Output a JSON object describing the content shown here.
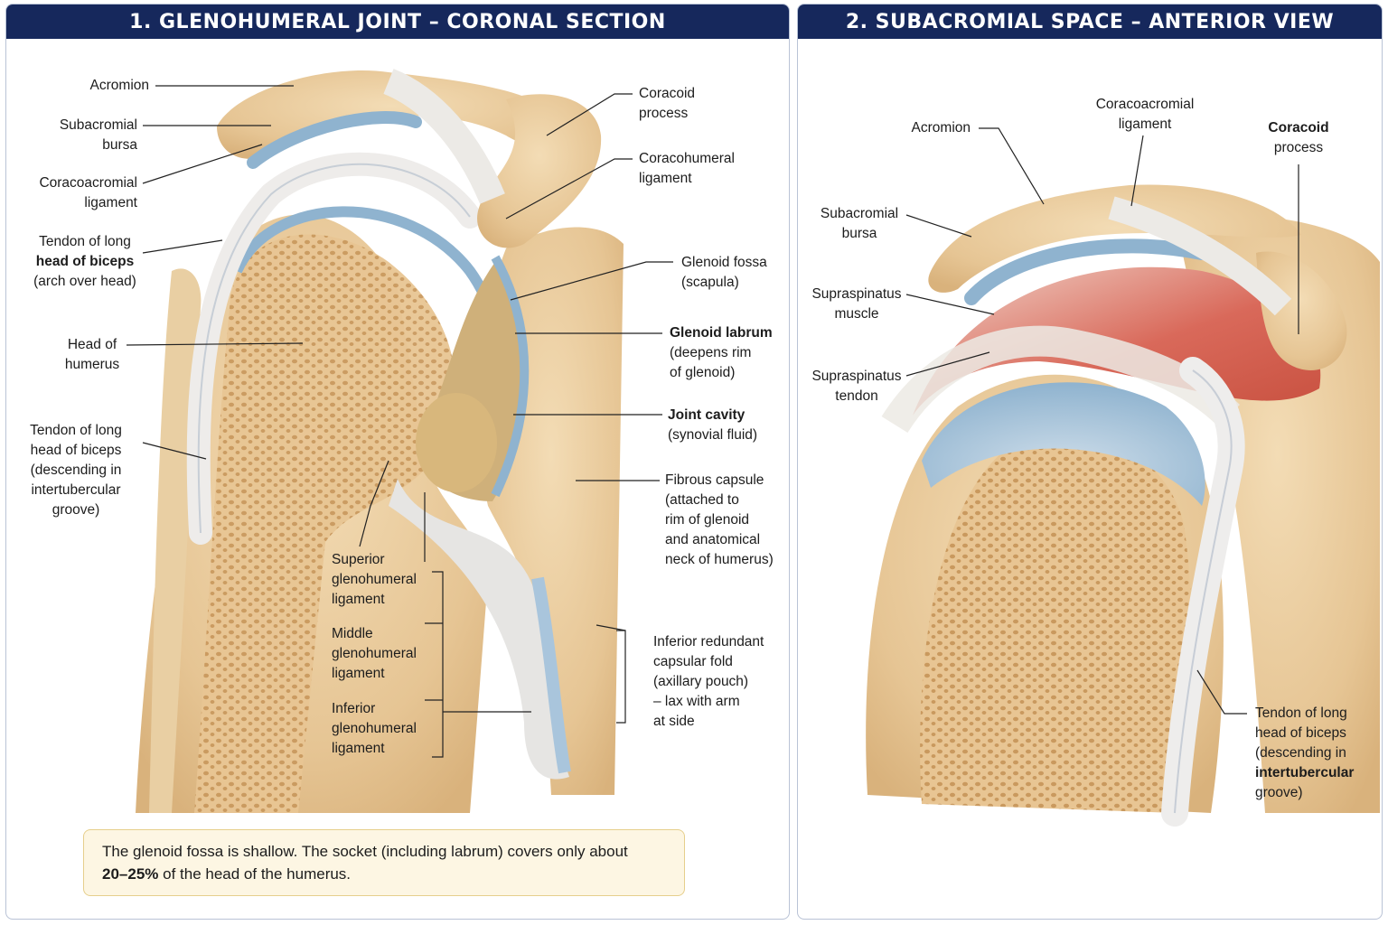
{
  "panels": [
    {
      "title": "1. GLENOHUMERAL JOINT – CORONAL SECTION"
    },
    {
      "title": "2. SUBACROMIAL SPACE – ANTERIOR VIEW"
    }
  ],
  "left_labels": {
    "acromion": "Acromion",
    "subacromial_bursa": [
      "Subacromial",
      "bursa"
    ],
    "coracoacromial_ligament": [
      "Coracoacromial",
      "ligament"
    ],
    "tendon_biceps_arch": {
      "line1": "Tendon of long",
      "line2": "head of biceps",
      "line3": "(arch over head)"
    },
    "head_of_humerus": [
      "Head of",
      "humerus"
    ],
    "tendon_biceps_groove": [
      "Tendon of long",
      "head of biceps",
      "(descending in",
      "intertubercular",
      "groove)"
    ],
    "coracoid_process": [
      "Coracoid",
      "process"
    ],
    "coracohumeral_ligament": [
      "Coracohumeral",
      "ligament"
    ],
    "glenoid_fossa": [
      "Glenoid fossa",
      "(scapula)"
    ],
    "glenoid_labrum": {
      "title": "Glenoid labrum",
      "line2": "(deepens rim",
      "line3": "of glenoid)"
    },
    "joint_cavity": {
      "title": "Joint cavity",
      "line2": "(synovial fluid)"
    },
    "fibrous_capsule": [
      "Fibrous capsule",
      "(attached to",
      "rim of glenoid",
      "and anatomical",
      "neck of humerus)"
    ],
    "superior_gh_ligament": [
      "Superior",
      "glenohumeral",
      "ligament"
    ],
    "middle_gh_ligament": [
      "Middle",
      "glenohumeral",
      "ligament"
    ],
    "inferior_gh_ligament": [
      "Inferior",
      "glenohumeral",
      "ligament"
    ],
    "inferior_fold": [
      "Inferior redundant",
      "capsular fold",
      "(axillary pouch)",
      "– lax with arm",
      "at side"
    ]
  },
  "right_labels": {
    "acromion": "Acromion",
    "coracoacromial_ligament": [
      "Coracoacromial",
      "ligament"
    ],
    "coracoid_process": {
      "line1": "Coracoid",
      "line2": "process"
    },
    "subacromial_bursa": [
      "Subacromial",
      "bursa"
    ],
    "supraspinatus_muscle": [
      "Supraspinatus",
      "muscle"
    ],
    "supraspinatus_tendon": [
      "Supraspinatus",
      "tendon"
    ],
    "tendon_biceps": {
      "line1": "Tendon of long",
      "line2": "head of biceps",
      "line3": "(descending in",
      "line4": "intertubercular",
      "line5": "groove)"
    }
  },
  "note": {
    "text_a": "The glenoid fossa is shallow. The socket (including labrum) covers only about",
    "highlight": "20–25%",
    "text_b": " of the head of the humerus."
  },
  "colors": {
    "header": "#16285c",
    "bone": "#e8c99a",
    "cartilage": "#8fb3cf",
    "ligament": "#ece9e4",
    "muscle": "#d9695a",
    "note_bg": "#fdf6e3"
  }
}
